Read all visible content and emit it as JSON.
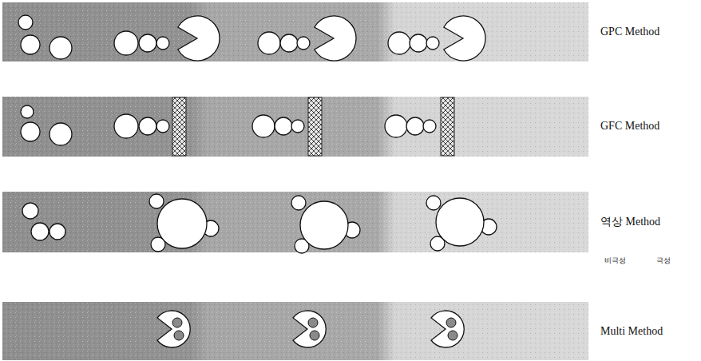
{
  "diagram": {
    "nodes": [
      {
        "text": [
          "GPC Method"
        ]
      },
      {
        "text": [
          "GFC Method"
        ]
      },
      {
        "text": [
          "역상 Method"
        ]
      },
      {
        "text": [
          "Multi Method"
        ]
      }
    ],
    "labels": [
      "비극성",
      "극성"
    ]
  }
}
